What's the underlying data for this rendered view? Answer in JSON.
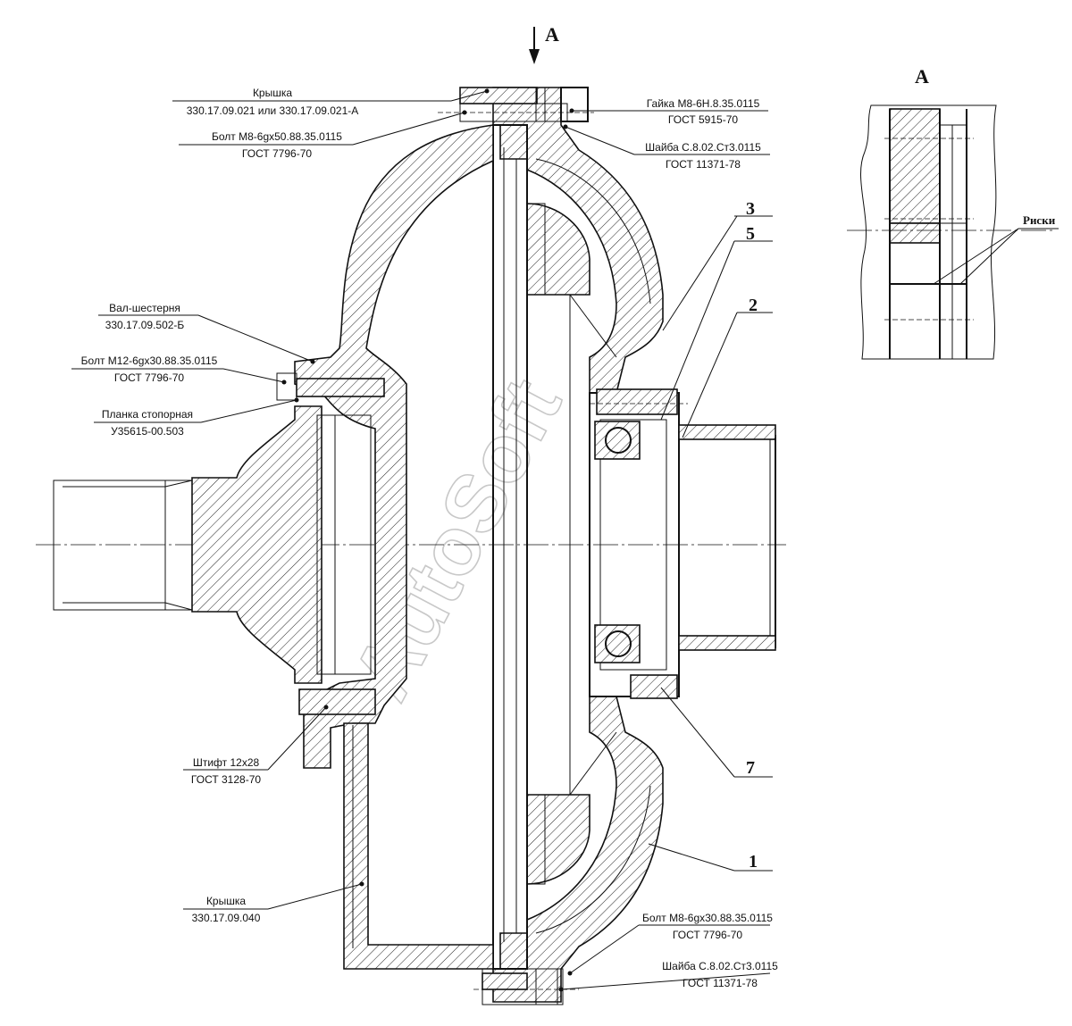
{
  "view_label": "А",
  "detail": {
    "title": "А",
    "marks_label": "Риски"
  },
  "watermark": "AutoSoft",
  "callouts": {
    "cover_top": {
      "name": "Крышка",
      "code": "330.17.09.021 или 330.17.09.021-А"
    },
    "bolt_top": {
      "name": "Болт М8-6gx50.88.35.0115",
      "code": "ГОСТ 7796-70"
    },
    "nut": {
      "name": "Гайка М8-6Н.8.35.0115",
      "code": "ГОСТ 5915-70"
    },
    "washer_top": {
      "name": "Шайба С.8.02.Ст3.0115",
      "code": "ГОСТ 11371-78"
    },
    "gear_shaft": {
      "name": "Вал-шестерня",
      "code": "330.17.09.502-Б"
    },
    "bolt_m12": {
      "name": "Болт М12-6gx30.88.35.0115",
      "code": "ГОСТ 7796-70"
    },
    "lock_plate": {
      "name": "Планка стопорная",
      "code": "У35615-00.503"
    },
    "pin": {
      "name": "Штифт 12х28",
      "code": "ГОСТ 3128-70"
    },
    "cover_bottom": {
      "name": "Крышка",
      "code": "330.17.09.040"
    },
    "bolt_bottom": {
      "name": "Болт М8-6gx30.88.35.0115",
      "code": "ГОСТ 7796-70"
    },
    "washer_bottom": {
      "name": "Шайба С.8.02.Ст3.0115",
      "code": "ГОСТ 11371-78"
    }
  },
  "positions": {
    "p3": "3",
    "p5": "5",
    "p2": "2",
    "p7": "7",
    "p1": "1"
  }
}
